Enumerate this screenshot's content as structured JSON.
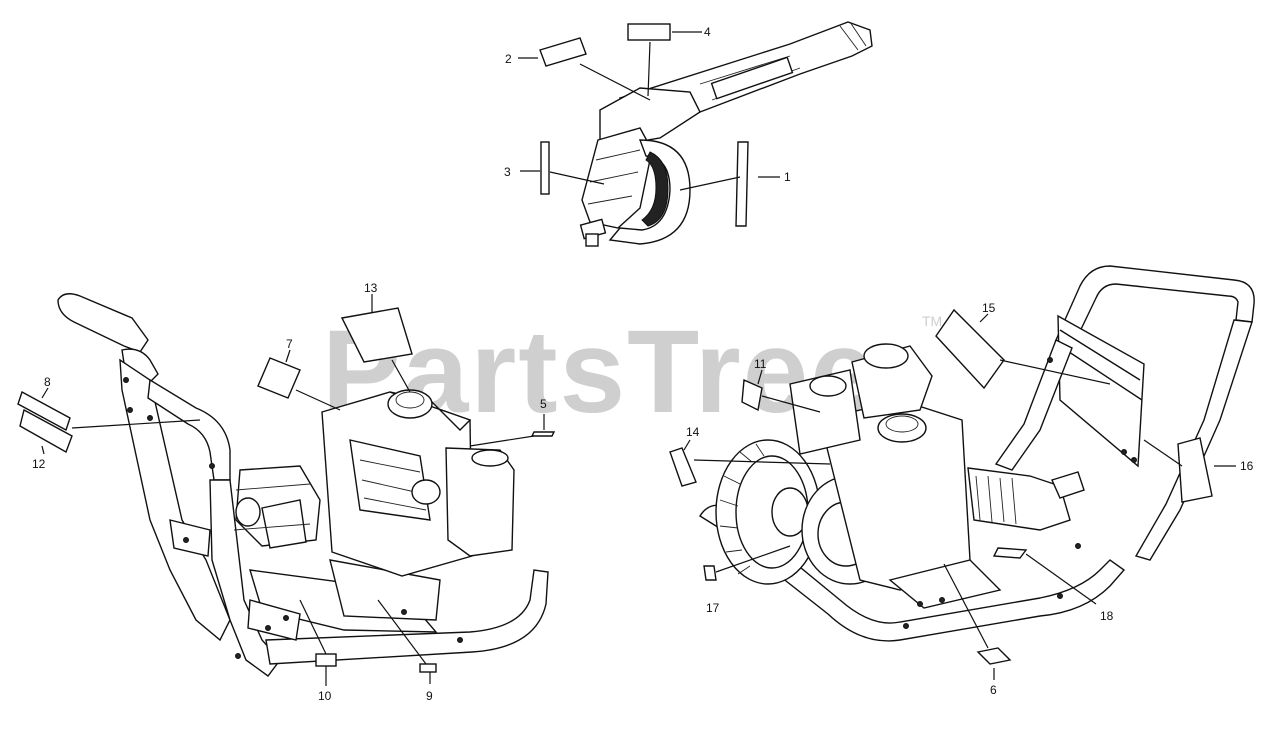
{
  "watermark": {
    "text": "PartsTree",
    "mark": "TM"
  },
  "callouts": [
    "1",
    "2",
    "3",
    "4",
    "5",
    "6",
    "7",
    "8",
    "9",
    "10",
    "11",
    "12",
    "13",
    "14",
    "15",
    "16",
    "17",
    "18"
  ]
}
